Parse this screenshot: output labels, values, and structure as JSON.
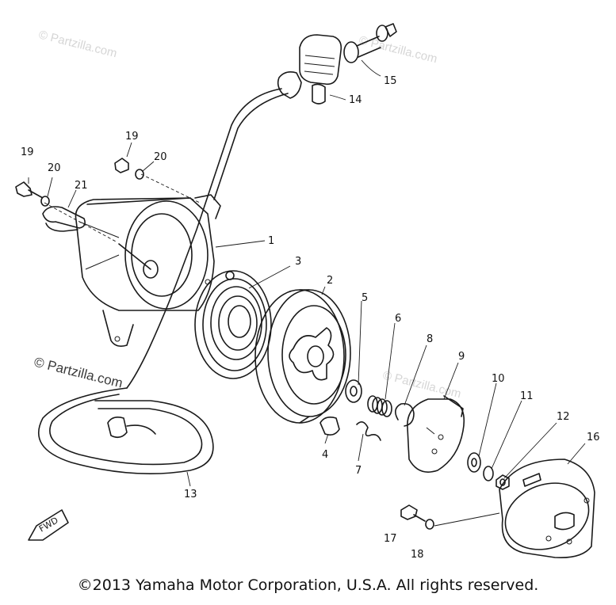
{
  "watermarks": [
    "© Partzilla.com",
    "© Partzilla.com",
    "© Partzilla.com",
    "© Partzilla.com"
  ],
  "fwd_label": "FWD",
  "callouts": {
    "p1": "1",
    "p2": "2",
    "p3": "3",
    "p4": "4",
    "p5": "5",
    "p6": "6",
    "p7": "7",
    "p8": "8",
    "p9": "9",
    "p10": "10",
    "p11": "11",
    "p12": "12",
    "p13": "13",
    "p14": "14",
    "p15": "15",
    "p16": "16",
    "p17": "17",
    "p18": "18",
    "p19a": "19",
    "p19b": "19",
    "p20a": "20",
    "p20b": "20",
    "p21": "21"
  },
  "copyright": "©2013 Yamaha Motor Corporation, U.S.A. All rights reserved."
}
